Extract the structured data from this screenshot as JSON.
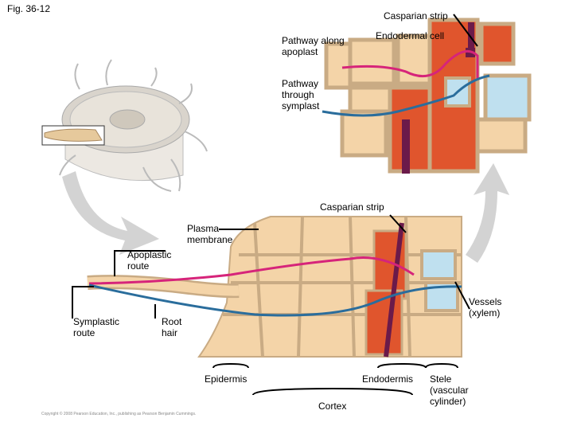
{
  "figure": {
    "label": "Fig. 36-12"
  },
  "top_labels": {
    "casparian_strip": "Casparian strip",
    "endodermal_cell": "Endodermal cell",
    "apoplast_pathway": "Pathway along\napoplast",
    "symplast_pathway": "Pathway\nthrough\nsymplast"
  },
  "bottom_labels": {
    "casparian_strip": "Casparian strip",
    "plasma_membrane": "Plasma\nmembrane",
    "apoplastic_route": "Apoplastic\nroute",
    "symplastic_route": "Symplastic\nroute",
    "root_hair": "Root\nhair",
    "vessels": "Vessels\n(xylem)",
    "epidermis": "Epidermis",
    "endodermis": "Endodermis",
    "stele": "Stele\n(vascular\ncylinder)",
    "cortex": "Cortex"
  },
  "copyright": "Copyright © 2008 Pearson Education, Inc., publishing as Pearson Benjamin Cummings.",
  "colors": {
    "apoplast_pathway": "#d6247a",
    "symplast_pathway": "#2a6d9c",
    "casparian_strip": "#6b1a4a",
    "cell_wall": "#c9ab84",
    "cortex_cell": "#f4d4a8",
    "endodermal_cell": "#e0552d",
    "xylem_vessel": "#bfe0ef"
  }
}
